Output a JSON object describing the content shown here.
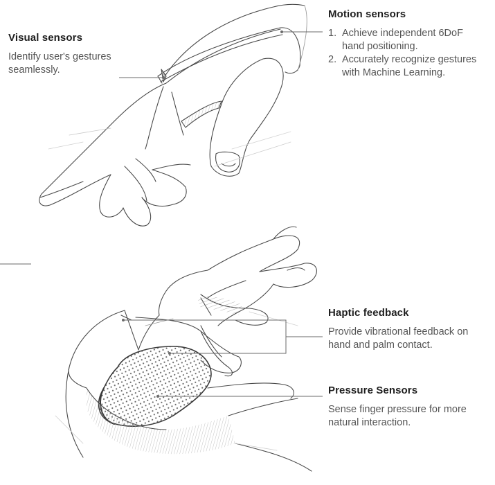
{
  "callouts": {
    "visual": {
      "title": "Visual sensors",
      "text": "Identify user's gestures seamlessly."
    },
    "motion": {
      "title": "Motion sensors",
      "items": [
        {
          "num": "1.",
          "text": "Achieve independent 6DoF hand positioning."
        },
        {
          "num": "2.",
          "text": "Accurately recognize gestures with Machine Learning."
        }
      ]
    },
    "haptic": {
      "title": "Haptic feedback",
      "text": "Provide vibrational feedback on hand and palm contact."
    },
    "pressure": {
      "title": "Pressure Sensors",
      "text": "Sense finger pressure for more natural interaction."
    }
  },
  "colors": {
    "ink": "#4a4a4a",
    "leader": "#6a6a6a",
    "title": "#1f1f1f",
    "body": "#555555"
  }
}
